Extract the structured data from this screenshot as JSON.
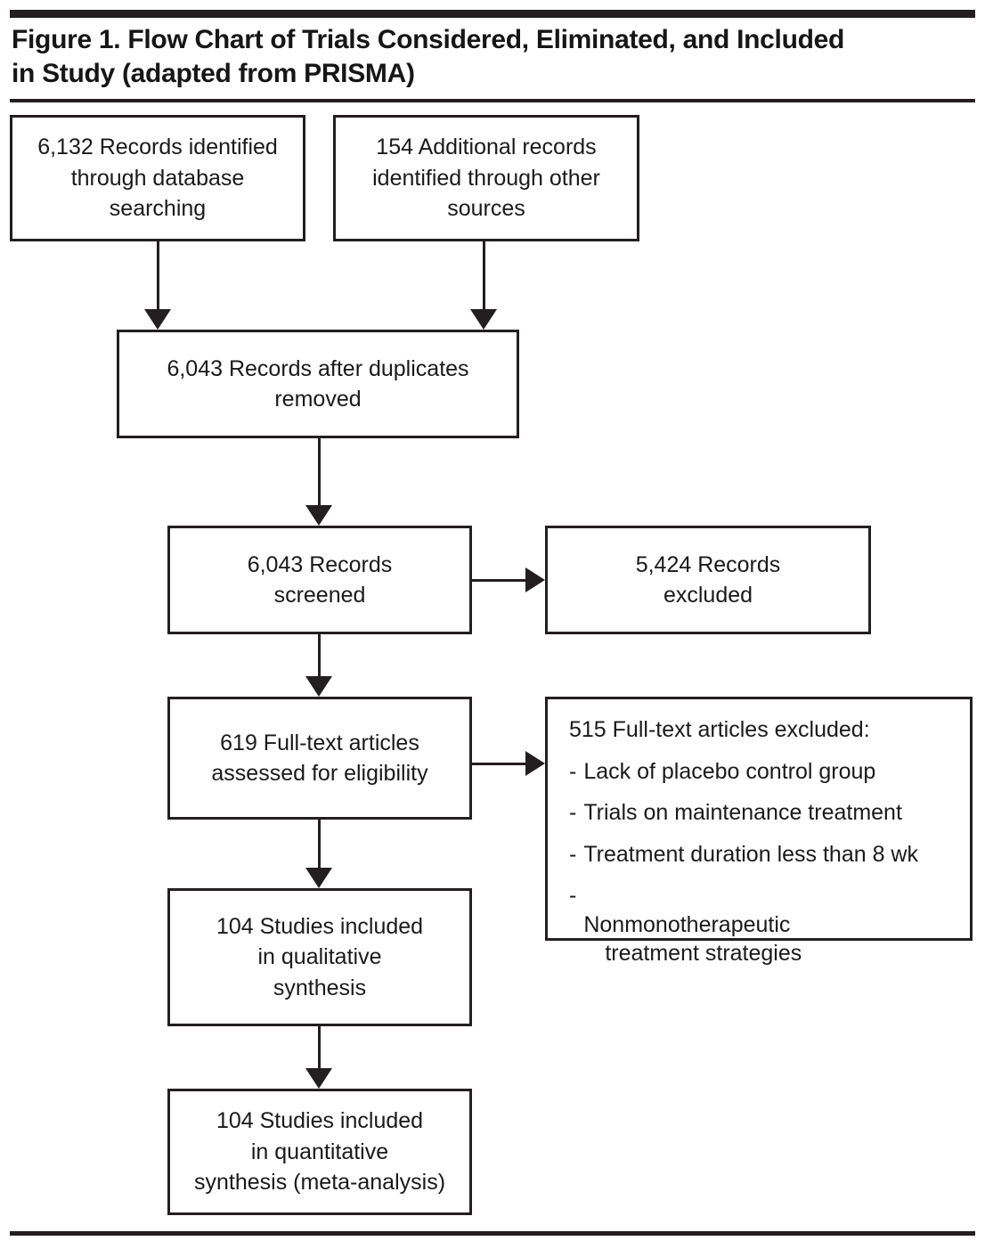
{
  "figure": {
    "title": "Figure 1. Flow Chart of Trials Considered, Eliminated, and Included\nin Study (adapted from PRISMA)"
  },
  "chart_data": {
    "type": "diagram",
    "title": "Figure 1. Flow Chart of Trials Considered, Eliminated, and Included in Study (adapted from PRISMA)",
    "diagram_kind": "PRISMA flow chart",
    "nodes": [
      {
        "id": "database-records",
        "label": "6,132 Records identified\nthrough database\nsearching",
        "count": 6132
      },
      {
        "id": "other-records",
        "label": "154 Additional records\nidentified through other\nsources",
        "count": 154
      },
      {
        "id": "duplicates-removed",
        "label": "6,043 Records after duplicates\nremoved",
        "count": 6043
      },
      {
        "id": "records-screened",
        "label": "6,043 Records\nscreened",
        "count": 6043
      },
      {
        "id": "records-excluded",
        "label": "5,424 Records\nexcluded",
        "count": 5424
      },
      {
        "id": "fulltext-assessed",
        "label": "619 Full-text articles\nassessed for eligibility",
        "count": 619
      },
      {
        "id": "fulltext-excluded",
        "label": "515 Full-text articles excluded:",
        "count": 515
      },
      {
        "id": "qualitative-synthesis",
        "label": "104 Studies included\nin qualitative\nsynthesis",
        "count": 104
      },
      {
        "id": "quantitative-synthesis",
        "label": "104 Studies included\nin quantitative\nsynthesis (meta-analysis)",
        "count": 104
      }
    ],
    "edges": [
      {
        "from": "database-records",
        "to": "duplicates-removed"
      },
      {
        "from": "other-records",
        "to": "duplicates-removed"
      },
      {
        "from": "duplicates-removed",
        "to": "records-screened"
      },
      {
        "from": "records-screened",
        "to": "records-excluded"
      },
      {
        "from": "records-screened",
        "to": "fulltext-assessed"
      },
      {
        "from": "fulltext-assessed",
        "to": "fulltext-excluded"
      },
      {
        "from": "fulltext-assessed",
        "to": "qualitative-synthesis"
      },
      {
        "from": "qualitative-synthesis",
        "to": "quantitative-synthesis"
      }
    ],
    "exclusion_reasons": [
      "Lack of placebo control group",
      "Trials on maintenance treatment",
      "Treatment duration less than 8 wk",
      "Nonmonotherapeutic treatment strategies"
    ]
  },
  "nodes": {
    "database_records": "6,132 Records identified\nthrough database\nsearching",
    "other_records": "154 Additional records\nidentified through other\nsources",
    "duplicates_removed": "6,043 Records after duplicates\nremoved",
    "records_screened": "6,043 Records\nscreened",
    "records_excluded": "5,424 Records\nexcluded",
    "fulltext_assessed": "619 Full-text articles\nassessed for eligibility",
    "qualitative_synthesis": "104 Studies included\nin qualitative\nsynthesis",
    "quantitative_synthesis": "104 Studies included\nin quantitative\nsynthesis (meta-analysis)"
  },
  "exclusion_box": {
    "heading": "515 Full-text articles excluded:",
    "dash": "-",
    "items": [
      {
        "line1": "Lack of placebo control group",
        "line2": ""
      },
      {
        "line1": "Trials on maintenance treatment",
        "line2": ""
      },
      {
        "line1": "Treatment duration less than 8 wk",
        "line2": ""
      },
      {
        "line1": "Nonmonotherapeutic",
        "line2": "treatment strategies"
      }
    ]
  },
  "colors": {
    "rule": "#231f20",
    "border": "#231f20",
    "text": "#1a1a1a",
    "background": "#ffffff"
  }
}
